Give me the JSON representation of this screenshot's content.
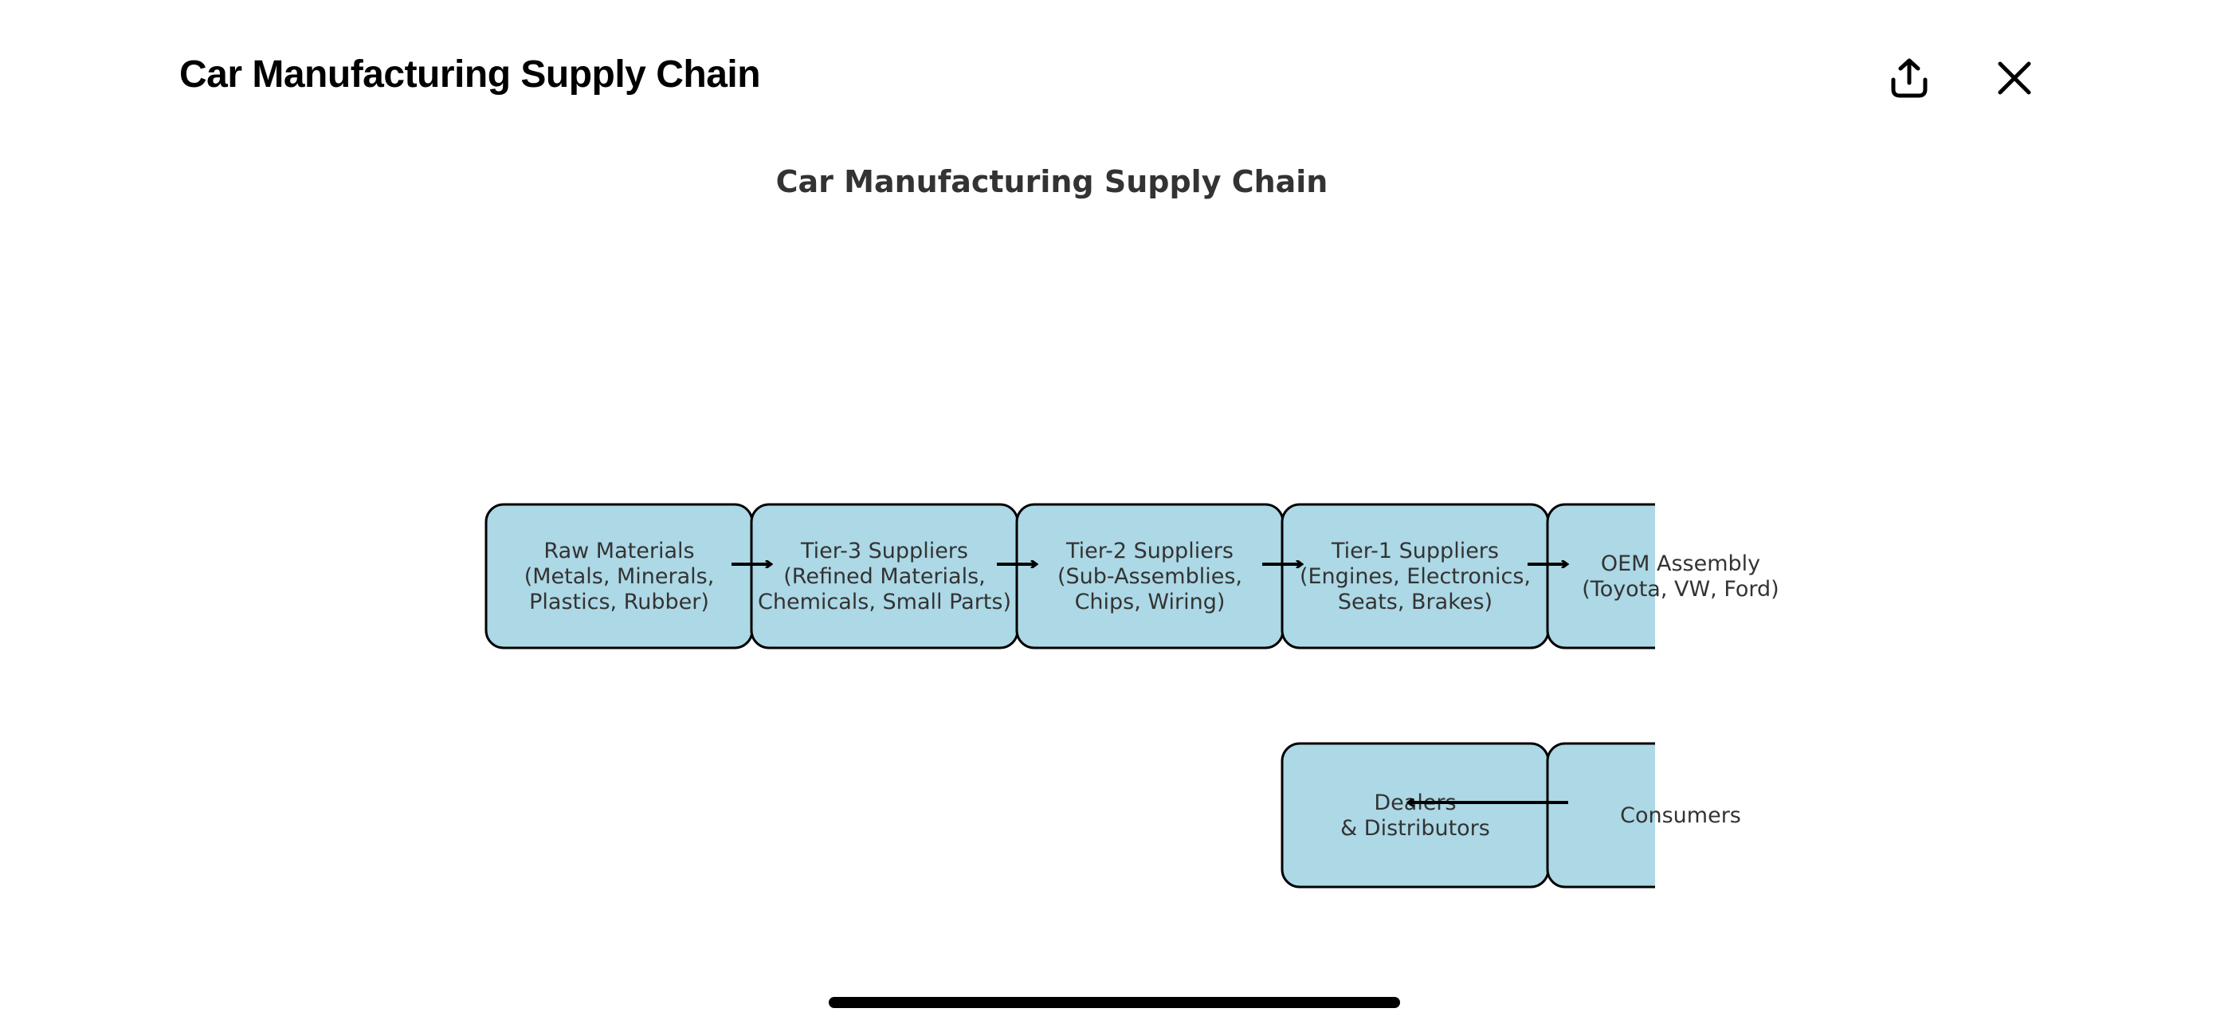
{
  "header": {
    "title": "Car Manufacturing Supply Chain",
    "share_icon": "share-icon",
    "close_icon": "close-icon"
  },
  "diagram": {
    "title": "Car Manufacturing Supply Chain",
    "box_fill": "#add8e6",
    "nodes": [
      {
        "id": "raw",
        "lines": [
          "Raw Materials",
          "(Metals, Minerals,",
          "Plastics, Rubber)"
        ]
      },
      {
        "id": "tier3",
        "lines": [
          "Tier-3 Suppliers",
          "(Refined Materials,",
          "Chemicals, Small Parts)"
        ]
      },
      {
        "id": "tier2",
        "lines": [
          "Tier-2 Suppliers",
          "(Sub-Assemblies,",
          "Chips, Wiring)"
        ]
      },
      {
        "id": "tier1",
        "lines": [
          "Tier-1 Suppliers",
          "(Engines, Electronics,",
          "Seats, Brakes)"
        ]
      },
      {
        "id": "oem",
        "lines": [
          "OEM Assembly",
          "(Toyota, VW, Ford)"
        ]
      },
      {
        "id": "dealers",
        "lines": [
          "Dealers",
          "& Distributors"
        ]
      },
      {
        "id": "consumers",
        "lines": [
          "Consumers"
        ]
      }
    ],
    "edges": [
      {
        "from": "raw",
        "to": "tier3"
      },
      {
        "from": "tier3",
        "to": "tier2"
      },
      {
        "from": "tier2",
        "to": "tier1"
      },
      {
        "from": "tier1",
        "to": "oem"
      },
      {
        "from": "consumers",
        "to": "dealers"
      }
    ]
  }
}
